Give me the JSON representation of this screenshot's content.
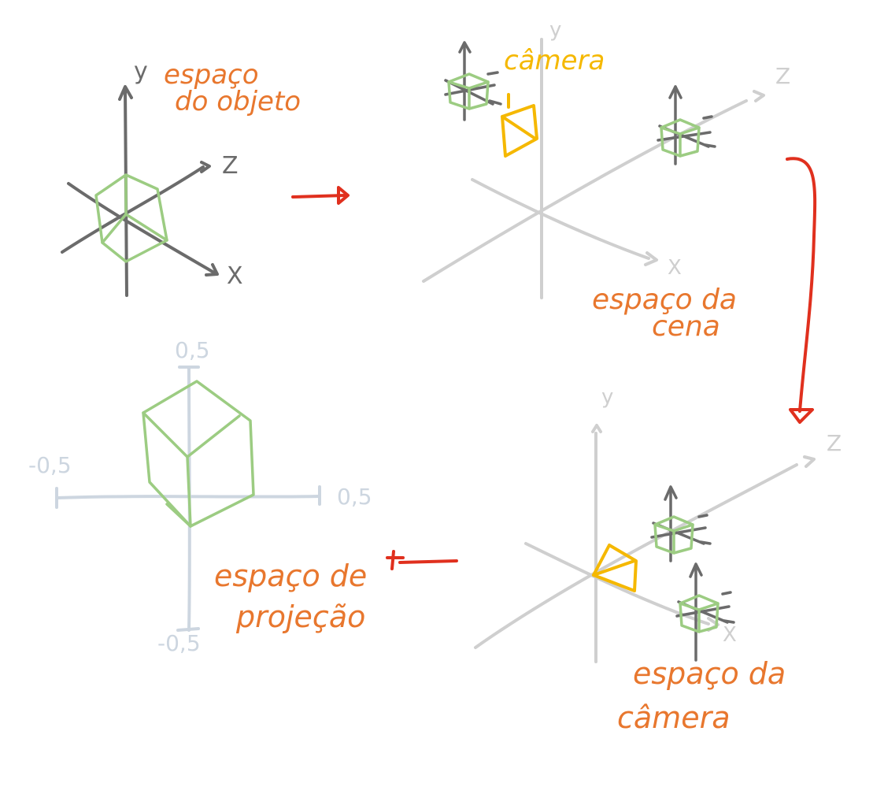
{
  "colors": {
    "axis_dark": "#6b6b6b",
    "axis_light": "#cfcfcf",
    "axis_proj": "#cdd6e0",
    "cube": "#9ccc82",
    "camera": "#f5b800",
    "label": "#e8772e",
    "arrow": "#e0301e"
  },
  "object_space": {
    "label_line1": "espaço",
    "label_line2": "do objeto",
    "axis_y": "y",
    "axis_z": "Z",
    "axis_x": "X"
  },
  "scene_space": {
    "label_line1": "espaço da",
    "label_line2": "cena",
    "camera_label": "câmera",
    "axis_y": "y",
    "axis_z": "Z",
    "axis_x": "X"
  },
  "camera_space": {
    "label_line1": "espaço da",
    "label_line2": "câmera",
    "axis_y": "y",
    "axis_z": "Z",
    "axis_x": "X"
  },
  "projection_space": {
    "label_line1": "espaço de",
    "label_line2": "projeção",
    "tick_top": "0,5",
    "tick_bottom": "-0,5",
    "tick_left": "-0,5",
    "tick_right": "0,5"
  }
}
